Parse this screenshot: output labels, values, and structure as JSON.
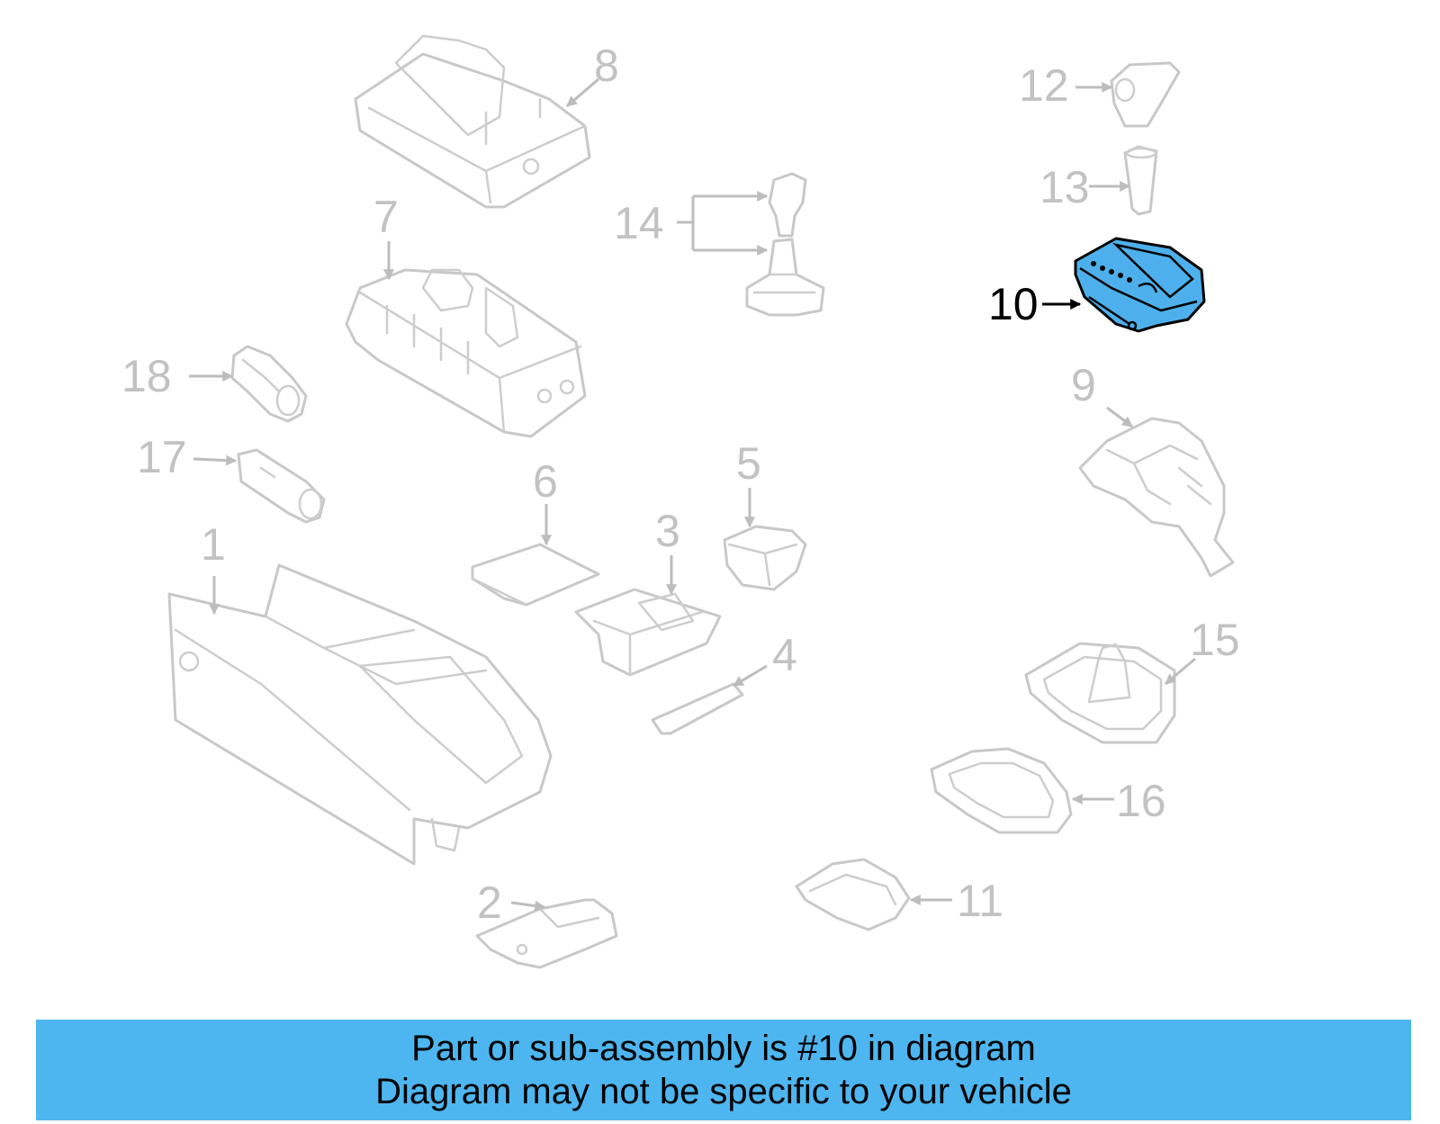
{
  "diagram": {
    "highlighted_callout": "10",
    "colors": {
      "highlight": "#4db0ec",
      "banner": "#4db6f0",
      "part_outline": "#c8c8c8"
    },
    "callouts": [
      {
        "id": "1",
        "label": "1"
      },
      {
        "id": "2",
        "label": "2"
      },
      {
        "id": "3",
        "label": "3"
      },
      {
        "id": "4",
        "label": "4"
      },
      {
        "id": "5",
        "label": "5"
      },
      {
        "id": "6",
        "label": "6"
      },
      {
        "id": "7",
        "label": "7"
      },
      {
        "id": "8",
        "label": "8"
      },
      {
        "id": "9",
        "label": "9"
      },
      {
        "id": "10",
        "label": "10"
      },
      {
        "id": "11",
        "label": "11"
      },
      {
        "id": "12",
        "label": "12"
      },
      {
        "id": "13",
        "label": "13"
      },
      {
        "id": "14",
        "label": "14"
      },
      {
        "id": "15",
        "label": "15"
      },
      {
        "id": "16",
        "label": "16"
      },
      {
        "id": "17",
        "label": "17"
      },
      {
        "id": "18",
        "label": "18"
      }
    ]
  },
  "banner": {
    "line1": "Part or sub-assembly is #10 in diagram",
    "line2": "Diagram may not be specific to your vehicle"
  }
}
